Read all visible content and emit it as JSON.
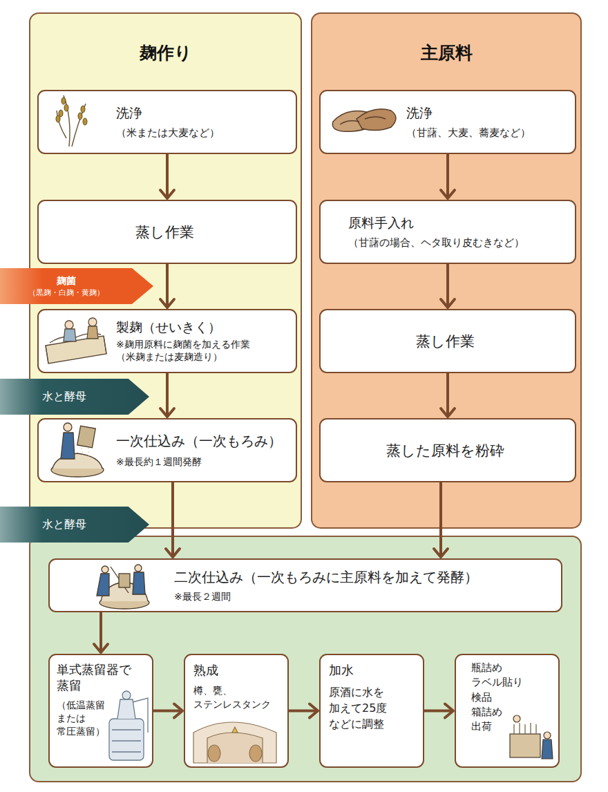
{
  "diagram": {
    "nodes": [
      {
        "text": [
          "麹作り"
        ]
      },
      {
        "text": [
          "洗浄",
          "（米または大麦など）"
        ],
        "in": 0
      },
      {
        "text": [
          "蒸し作業"
        ],
        "in": 0
      },
      {
        "text": [
          "製麹（せいきく）",
          "※麹用原料に麹菌を加える作業",
          "（米麹または麦麹造り）"
        ],
        "in": 0
      },
      {
        "text": [
          "一次仕込み（一次もろみ）",
          "※最長約１週間発酵"
        ],
        "in": 0
      },
      {
        "text": [
          "主原料"
        ]
      },
      {
        "text": [
          "洗浄",
          "（甘藷、大麦、蕎麦など）"
        ],
        "in": 5
      },
      {
        "text": [
          "原料手入れ",
          "（甘藷の場合、ヘタ取り皮むきなど）"
        ],
        "in": 5
      },
      {
        "text": [
          "蒸し作業"
        ],
        "in": 5
      },
      {
        "text": [
          "蒸した原料を粉砕"
        ],
        "in": 5
      },
      {
        "text": [
          "二次仕込み（一次もろみに主原料を加えて発酵）",
          "※最長２週間"
        ]
      },
      {
        "text": [
          "単式蒸留器で蒸留",
          "（低温蒸留 または 常圧蒸留）"
        ]
      },
      {
        "text": [
          "熟成",
          "樽、甕、 ステンレスタンク"
        ]
      },
      {
        "text": [
          "加水",
          "原酒に水を 加えて25度 などに調整"
        ]
      },
      {
        "text": [
          "瓶詰め ラベル貼り 検品 箱詰め 出荷"
        ]
      },
      {
        "text": [
          "麹菌",
          "（黒麹・白麹・黄麹）"
        ]
      },
      {
        "text": [
          "水と酵母"
        ]
      },
      {
        "text": [
          "水と酵母"
        ]
      }
    ],
    "edges": [
      {
        "from": 1,
        "to": 2,
        "arrow": "to"
      },
      {
        "from": 2,
        "to": 3,
        "arrow": "to"
      },
      {
        "from": 3,
        "to": 4,
        "arrow": "to"
      },
      {
        "from": 4,
        "to": 10,
        "arrow": "to"
      },
      {
        "from": 6,
        "to": 7,
        "arrow": "to"
      },
      {
        "from": 7,
        "to": 8,
        "arrow": "to"
      },
      {
        "from": 8,
        "to": 9,
        "arrow": "to"
      },
      {
        "from": 9,
        "to": 10,
        "arrow": "to"
      },
      {
        "from": 10,
        "to": 11,
        "arrow": "to"
      },
      {
        "from": 11,
        "to": 12,
        "arrow": "to"
      },
      {
        "from": 12,
        "to": 13,
        "arrow": "to"
      },
      {
        "from": 13,
        "to": 14,
        "arrow": "to"
      }
    ]
  }
}
